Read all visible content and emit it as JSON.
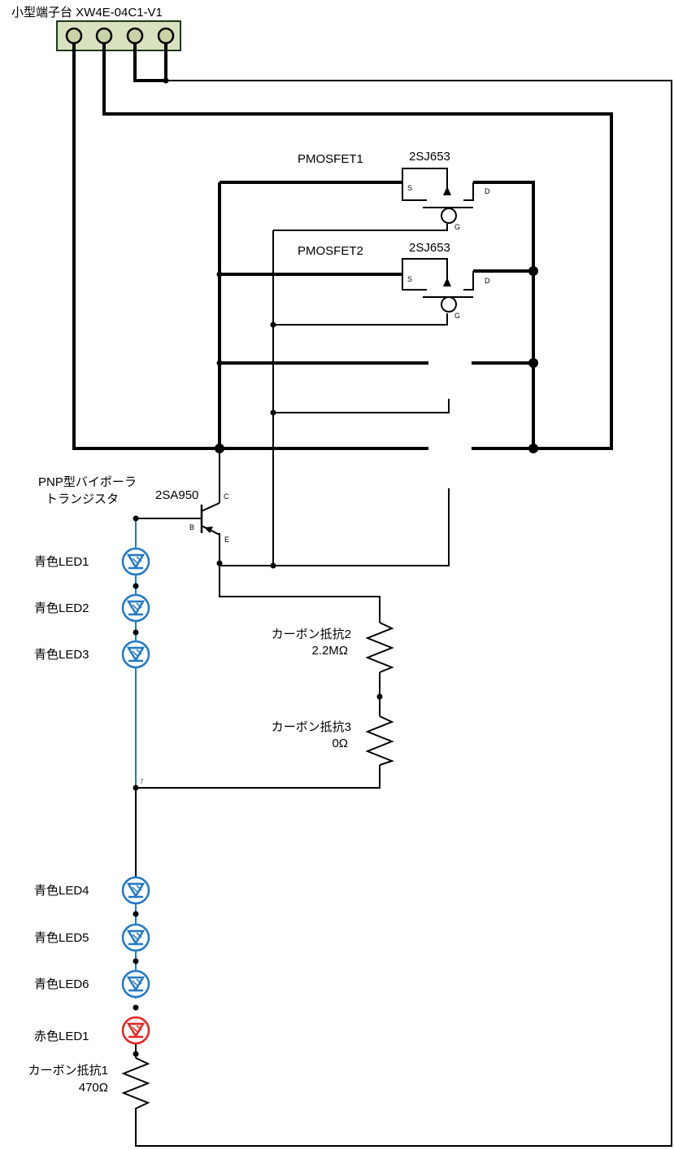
{
  "terminal_block": {
    "label": "小型端子台 XW4E-04C1-V1",
    "pin_fill": "#c8d3a8",
    "body_fill": "#d8e2c0"
  },
  "mosfets": [
    {
      "label": "PMOSFET1",
      "part": "2SJ653",
      "pin_s": "S",
      "pin_d": "D",
      "pin_g": "G"
    },
    {
      "label": "PMOSFET2",
      "part": "2SJ653",
      "pin_s": "S",
      "pin_d": "D",
      "pin_g": "G"
    }
  ],
  "transistor": {
    "label_line1": "PNP型バイポーラ",
    "label_line2": "トランジスタ",
    "part": "2SA950",
    "pin_c": "C",
    "pin_b": "B",
    "pin_e": "E"
  },
  "resistors": [
    {
      "name": "カーボン抵抗1",
      "value": "470Ω"
    },
    {
      "name": "カーボン抵抗2",
      "value": "2.2MΩ"
    },
    {
      "name": "カーボン抵抗3",
      "value": "0Ω"
    }
  ],
  "leds": [
    {
      "label": "青色LED1",
      "color": "#1f78c8"
    },
    {
      "label": "青色LED2",
      "color": "#1f78c8"
    },
    {
      "label": "青色LED3",
      "color": "#1f78c8"
    },
    {
      "label": "青色LED4",
      "color": "#1f78c8"
    },
    {
      "label": "青色LED5",
      "color": "#1f78c8"
    },
    {
      "label": "青色LED6",
      "color": "#1f78c8"
    },
    {
      "label": "赤色LED1",
      "color": "#e8221c"
    }
  ],
  "node_label": "7"
}
